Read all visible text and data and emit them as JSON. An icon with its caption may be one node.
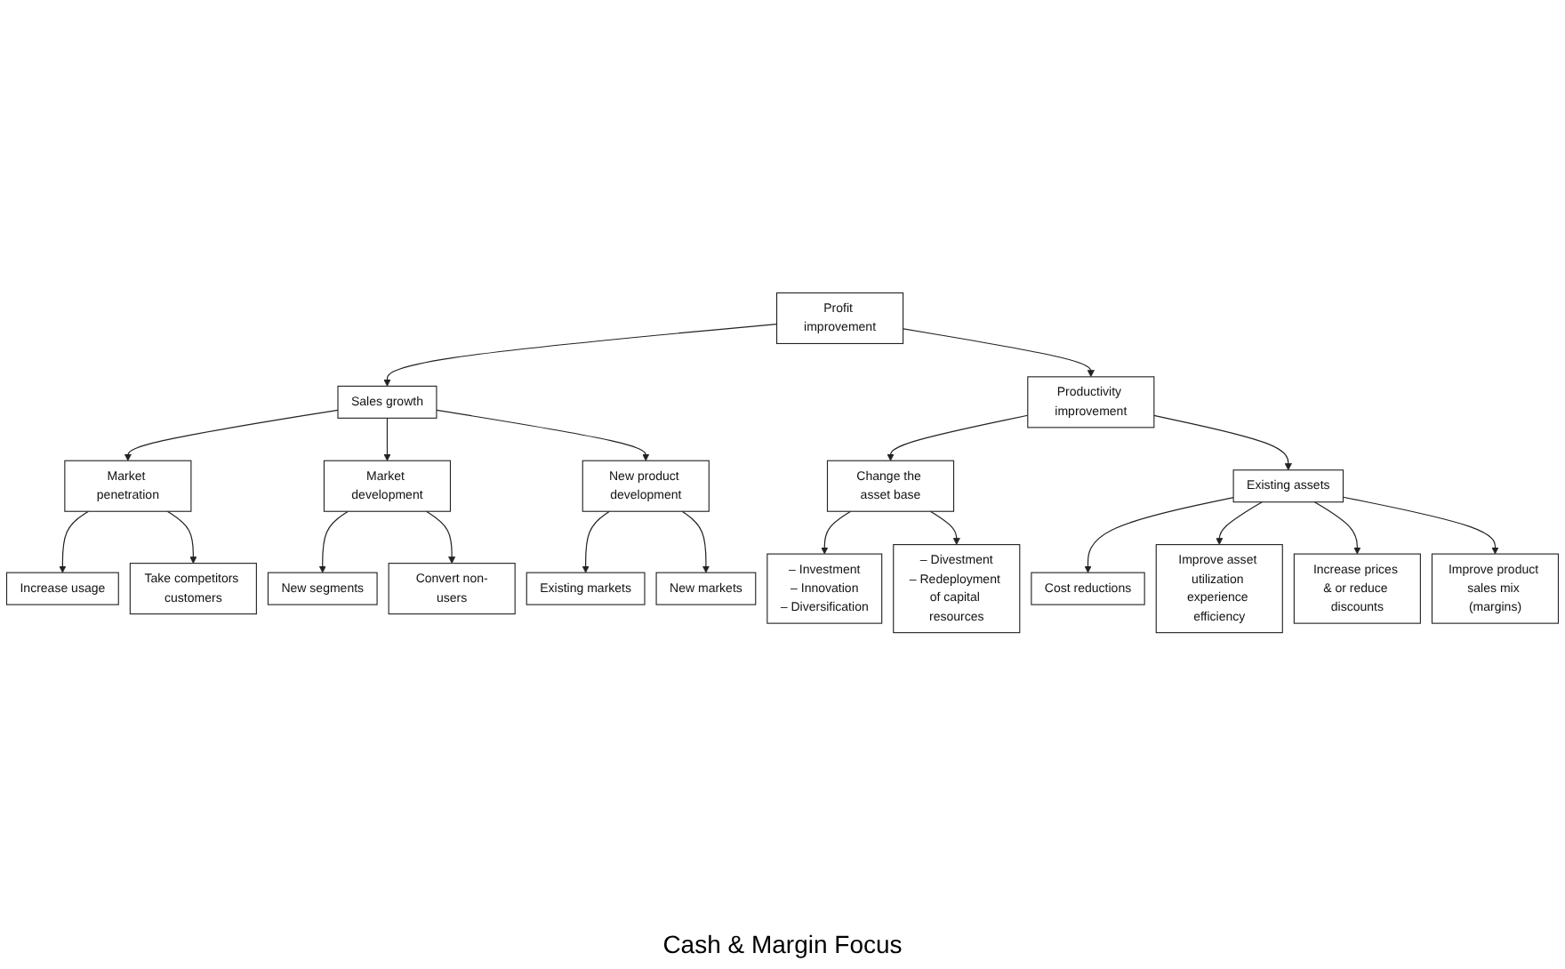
{
  "diagram": {
    "nodes": [
      {
        "text": [
          "Profit improvement"
        ]
      },
      {
        "text": [
          "Sales growth"
        ]
      },
      {
        "text": [
          "Productivity improvement"
        ]
      },
      {
        "text": [
          "Market penetration"
        ]
      },
      {
        "text": [
          "Market development"
        ]
      },
      {
        "text": [
          "New product development"
        ]
      },
      {
        "text": [
          "Change the asset base"
        ]
      },
      {
        "text": [
          "Existing assets"
        ]
      },
      {
        "text": [
          "Increase usage"
        ]
      },
      {
        "text": [
          "Take competitors customers"
        ]
      },
      {
        "text": [
          "New segments"
        ]
      },
      {
        "text": [
          "Convert non-users"
        ]
      },
      {
        "text": [
          "Existing markets"
        ]
      },
      {
        "text": [
          "New markets"
        ]
      },
      {
        "text": [
          "Cost reductions"
        ]
      },
      {
        "text": [
          "Improve asset utilization experience efficiency"
        ]
      },
      {
        "text": [
          "Increase prices & or reduce discounts"
        ]
      },
      {
        "text": [
          "Improve product sales mix (margins)"
        ]
      },
      {
        "text": [
          "– Investment",
          "– Innovation",
          "– Diversification"
        ]
      },
      {
        "text": [
          "– Divestment",
          "– Redeployment of capital resources"
        ]
      }
    ],
    "edges": [
      {
        "from": 0,
        "to": 1,
        "arrow": "to"
      },
      {
        "from": 0,
        "to": 2,
        "arrow": "to"
      },
      {
        "from": 1,
        "to": 3,
        "arrow": "to"
      },
      {
        "from": 1,
        "to": 4,
        "arrow": "to"
      },
      {
        "from": 1,
        "to": 5,
        "arrow": "to"
      },
      {
        "from": 2,
        "to": 6,
        "arrow": "to"
      },
      {
        "from": 2,
        "to": 7,
        "arrow": "to"
      },
      {
        "from": 3,
        "to": 8,
        "arrow": "to"
      },
      {
        "from": 3,
        "to": 9,
        "arrow": "to"
      },
      {
        "from": 4,
        "to": 10,
        "arrow": "to"
      },
      {
        "from": 4,
        "to": 11,
        "arrow": "to"
      },
      {
        "from": 5,
        "to": 12,
        "arrow": "to"
      },
      {
        "from": 5,
        "to": 13,
        "arrow": "to"
      },
      {
        "from": 7,
        "to": 14,
        "arrow": "to"
      },
      {
        "from": 7,
        "to": 15,
        "arrow": "to"
      },
      {
        "from": 7,
        "to": 16,
        "arrow": "to"
      },
      {
        "from": 7,
        "to": 17,
        "arrow": "to"
      },
      {
        "from": 6,
        "to": 18,
        "arrow": "to"
      },
      {
        "from": 6,
        "to": 19,
        "arrow": "to"
      }
    ],
    "labels": [
      "Cash & Margin Focus"
    ]
  }
}
